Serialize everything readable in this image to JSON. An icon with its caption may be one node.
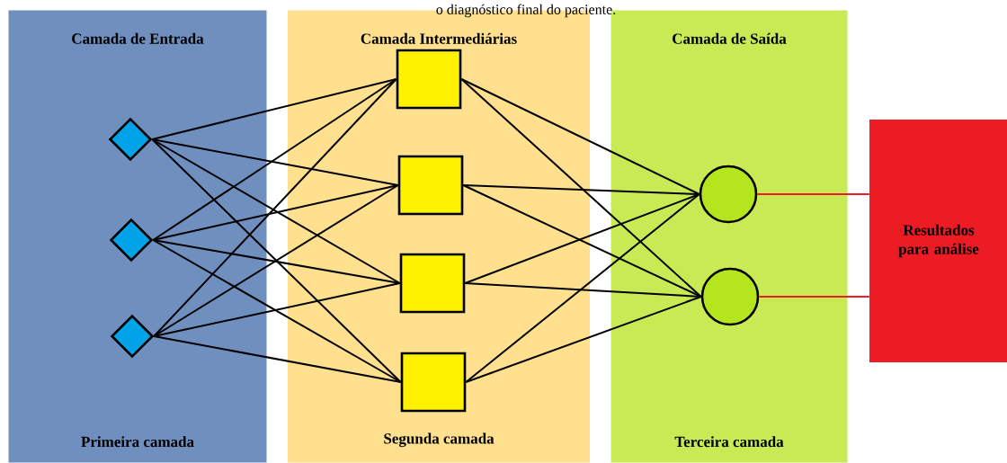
{
  "diagram": {
    "nodes": [
      {
        "text": [
          "Camada de Entrada",
          "Primeira camada"
        ]
      },
      {
        "text": [],
        "shape": "diamond",
        "in": 0
      },
      {
        "text": [],
        "shape": "diamond",
        "in": 0
      },
      {
        "text": [],
        "shape": "diamond",
        "in": 0
      },
      {
        "text": [
          "Camada Intermediárias",
          "Segunda camada"
        ]
      },
      {
        "text": [],
        "shape": "box",
        "in": 4
      },
      {
        "text": [],
        "shape": "box",
        "in": 4
      },
      {
        "text": [],
        "shape": "box",
        "in": 4
      },
      {
        "text": [],
        "shape": "box",
        "in": 4
      },
      {
        "text": [
          "Camada de Saída",
          "Terceira camada"
        ]
      },
      {
        "text": [],
        "shape": "circle",
        "in": 9
      },
      {
        "text": [],
        "shape": "circle",
        "in": 9
      },
      {
        "text": [
          "Resultados para análise"
        ]
      }
    ],
    "edges": [
      {
        "from": 1,
        "to": 5,
        "arrow": "none"
      },
      {
        "from": 1,
        "to": 6,
        "arrow": "none"
      },
      {
        "from": 1,
        "to": 7,
        "arrow": "none"
      },
      {
        "from": 1,
        "to": 8,
        "arrow": "none"
      },
      {
        "from": 2,
        "to": 5,
        "arrow": "none"
      },
      {
        "from": 2,
        "to": 6,
        "arrow": "none"
      },
      {
        "from": 2,
        "to": 7,
        "arrow": "none"
      },
      {
        "from": 2,
        "to": 8,
        "arrow": "none"
      },
      {
        "from": 3,
        "to": 5,
        "arrow": "none"
      },
      {
        "from": 3,
        "to": 6,
        "arrow": "none"
      },
      {
        "from": 3,
        "to": 7,
        "arrow": "none"
      },
      {
        "from": 3,
        "to": 8,
        "arrow": "none"
      },
      {
        "from": 5,
        "to": 10,
        "arrow": "none"
      },
      {
        "from": 5,
        "to": 11,
        "arrow": "none"
      },
      {
        "from": 6,
        "to": 10,
        "arrow": "none"
      },
      {
        "from": 6,
        "to": 11,
        "arrow": "none"
      },
      {
        "from": 7,
        "to": 10,
        "arrow": "none"
      },
      {
        "from": 7,
        "to": 11,
        "arrow": "none"
      },
      {
        "from": 8,
        "to": 10,
        "arrow": "none"
      },
      {
        "from": 8,
        "to": 11,
        "arrow": "none"
      },
      {
        "from": 10,
        "to": 12,
        "arrow": "none",
        "color": "#ed1c24"
      },
      {
        "from": 11,
        "to": 12,
        "arrow": "none",
        "color": "#ed1c24"
      }
    ],
    "labels": [
      "o diagnóstico final do paciente."
    ]
  }
}
